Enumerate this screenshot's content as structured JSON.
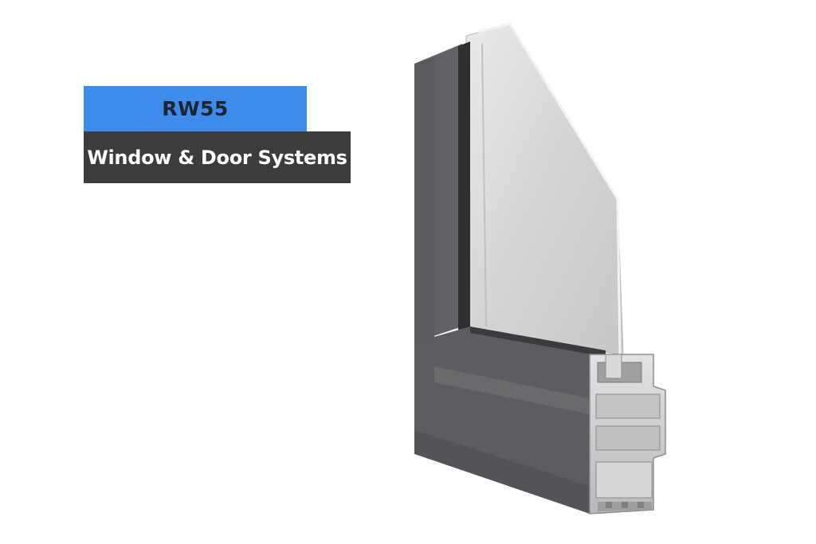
{
  "label": {
    "model": "RW55",
    "subtitle": "Window & Door Systems"
  },
  "colors": {
    "accent_blue": "#3d8bea",
    "dark_band": "#3c3c3c",
    "frame_gray": "#5e6062",
    "glass": "#d9dadb",
    "aluminium_section": "#cfd0d1"
  },
  "product_image": "aluminium-window-frame-corner-cross-section"
}
